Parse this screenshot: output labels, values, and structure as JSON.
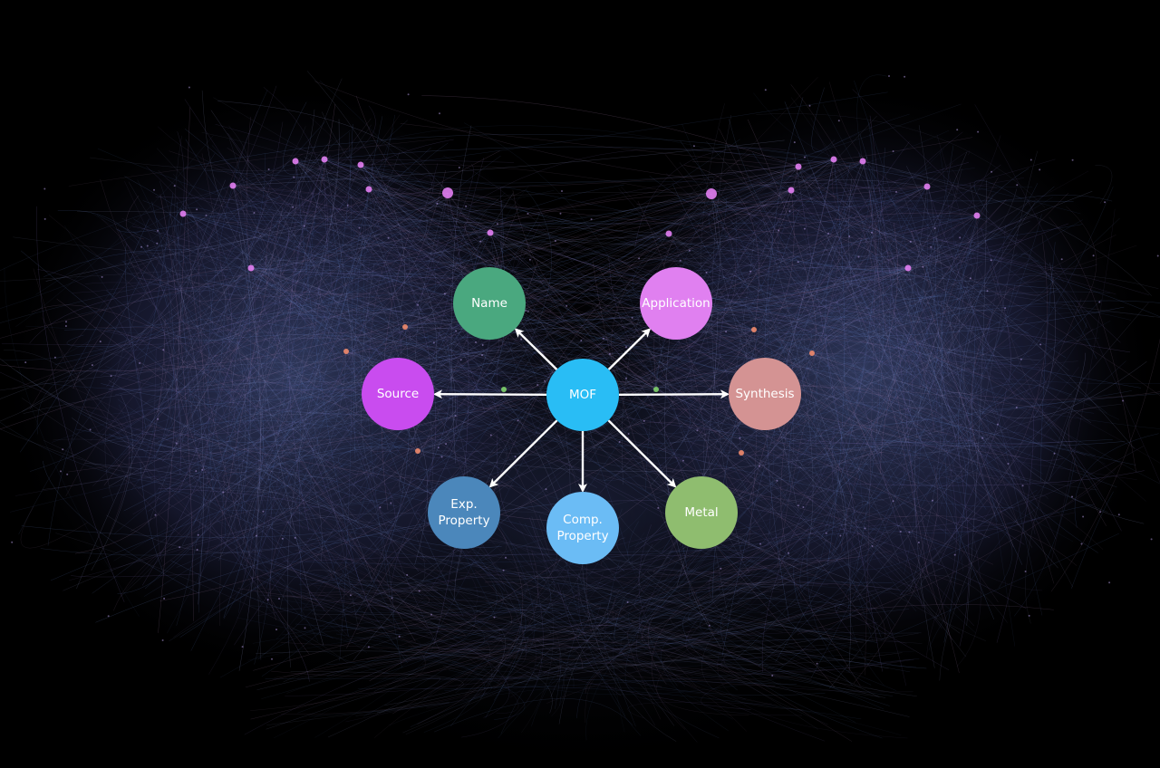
{
  "diagram": {
    "central_node": {
      "id": "mof",
      "label": "MOF",
      "color": "#29bdf5"
    },
    "nodes": [
      {
        "id": "name",
        "lines": [
          "Name"
        ],
        "color": "#4aa87f"
      },
      {
        "id": "application",
        "lines": [
          "Application"
        ],
        "color": "#e080f0"
      },
      {
        "id": "source",
        "lines": [
          "Source"
        ],
        "color": "#c94cef"
      },
      {
        "id": "synthesis",
        "lines": [
          "Synthesis"
        ],
        "color": "#d49393"
      },
      {
        "id": "exp-property",
        "lines": [
          "Exp.",
          "Property"
        ],
        "color": "#4b87bb"
      },
      {
        "id": "comp-property",
        "lines": [
          "Comp.",
          "Property"
        ],
        "color": "#6bbcf5"
      },
      {
        "id": "metal",
        "lines": [
          "Metal"
        ],
        "color": "#8fbd6f"
      }
    ],
    "edge_color": "#ffffff",
    "background_network": {
      "edge_colors": [
        "#6f8fd8",
        "#8a78c8",
        "#b98fc0",
        "#5a7bc4",
        "#a0a8e0"
      ],
      "hub_colors": [
        "#e27ef2",
        "#f08a6b",
        "#7fd36b"
      ]
    }
  }
}
